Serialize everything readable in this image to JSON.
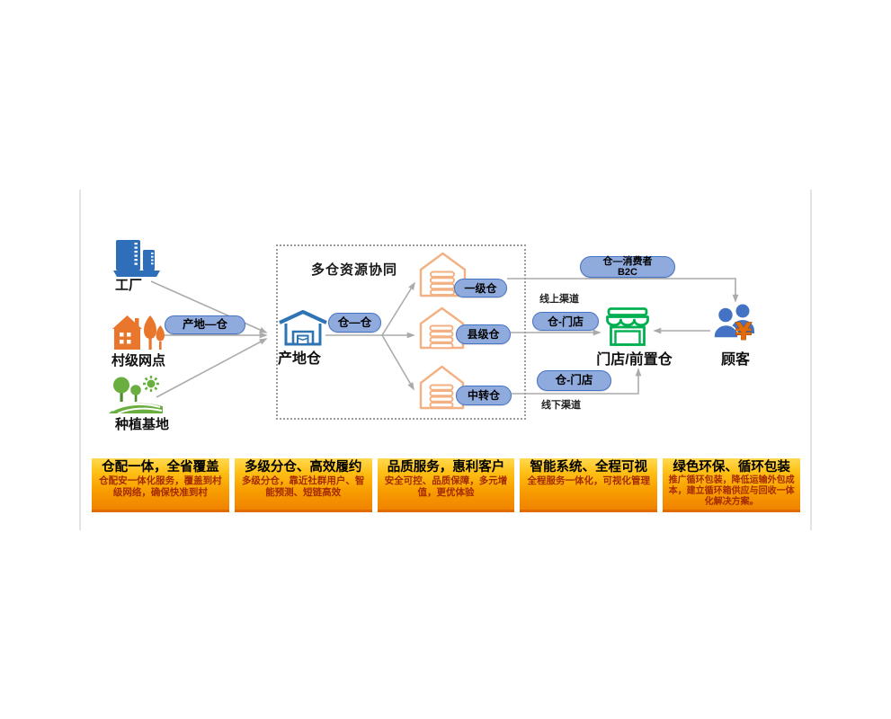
{
  "diagram": {
    "sources": [
      {
        "label": "工厂"
      },
      {
        "label": "村级网点"
      },
      {
        "label": "种植基地"
      }
    ],
    "pills": {
      "origin_to_wh": "产地—仓",
      "wh_to_wh": "仓—仓",
      "b2c_line1": "仓—消费者",
      "b2c_line2": "B2C",
      "wh_store_online": "仓-门店",
      "wh_store_offline": "仓-门店"
    },
    "cluster": {
      "title": "多仓资源协同",
      "origin_wh_label": "产地仓",
      "warehouses": [
        {
          "label": "一级仓"
        },
        {
          "label": "县级仓"
        },
        {
          "label": "中转仓"
        }
      ]
    },
    "channels": {
      "online": "线上渠道",
      "offline": "线下渠道"
    },
    "store_label": "门店/前置仓",
    "customer_label": "顾客"
  },
  "benefits": [
    {
      "title": "仓配一体，全省覆盖",
      "body": "仓配安一体化服务，覆盖到村级网络，确保快准到村"
    },
    {
      "title": "多级分仓、高效履约",
      "body": "多级分仓，靠近社群用户、智能预测、短链高效"
    },
    {
      "title": "品质服务，惠利客户",
      "body": "安全可控、品质保障，多元增值，更优体验"
    },
    {
      "title": "智能系统、全程可视",
      "body": "全程服务一体化，可视化管理"
    },
    {
      "title": "绿色环保、循环包装",
      "body": "推广循环包装，降低运输外包成本，建立循环箱供应与回收一体化解决方案。"
    }
  ],
  "colors": {
    "pill_fill": "#8FAADC",
    "pill_border": "#4472C4",
    "arrow_gray": "#ABABAB",
    "factory_blue": "#2F6FBA",
    "origin_wh_blue": "#2E74B5",
    "village_orange": "#E8762C",
    "warehouse_outline_orange": "#F2B083",
    "store_green": "#00B050",
    "planting_green": "#6AAE3F",
    "customer_blue": "#4472C4",
    "yen_orange": "#E36C0A",
    "benefit_gradient_top": "#FFD94F",
    "benefit_gradient_bottom": "#F08300",
    "benefit_body_text": "#A62B00"
  }
}
